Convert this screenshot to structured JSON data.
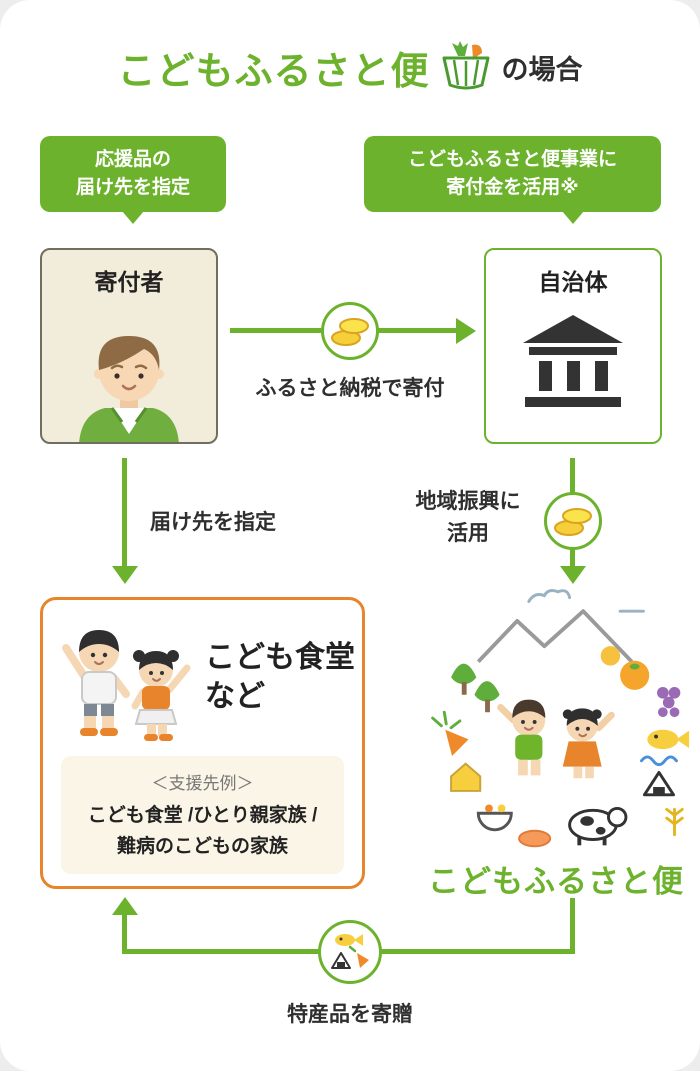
{
  "title": {
    "brand": "こどもふるさと便",
    "suffix": "の場合"
  },
  "bubble_left": {
    "line1": "応援品の",
    "line2": "届け先を指定"
  },
  "bubble_right": {
    "line1": "こどもふるさと便事業に",
    "line2": "寄付金を活用※"
  },
  "donor_box": {
    "title": "寄付者"
  },
  "municipality_box": {
    "title": "自治体"
  },
  "flow": {
    "donate_label": "ふるさと納税で寄付",
    "destination_label": "届け先を指定",
    "regional_line1": "地域振興に",
    "regional_line2": "活用",
    "gift_label": "特産品を寄贈"
  },
  "recipient_box": {
    "title_line1": "こども食堂",
    "title_line2": "など",
    "examples_heading": "＜支援先例＞",
    "examples_line1": "こども食堂 /ひとり親家族 /",
    "examples_line2": "難病のこどもの家族"
  },
  "community": {
    "label": "こどもふるさと便"
  },
  "colors": {
    "green": "#6cb22d",
    "orange": "#e8842b",
    "coin_yellow": "#f6cf3a",
    "donor_box_bg": "#f1edda"
  },
  "icons": {
    "basket": "vegetable-basket-icon",
    "coins": "coin-stack-icon",
    "bank": "municipality-building-icon",
    "donor_person": "donor-person-illustration",
    "children": "children-waving-illustration",
    "community": "local-products-community-illustration",
    "food": "local-specialties-icon"
  }
}
